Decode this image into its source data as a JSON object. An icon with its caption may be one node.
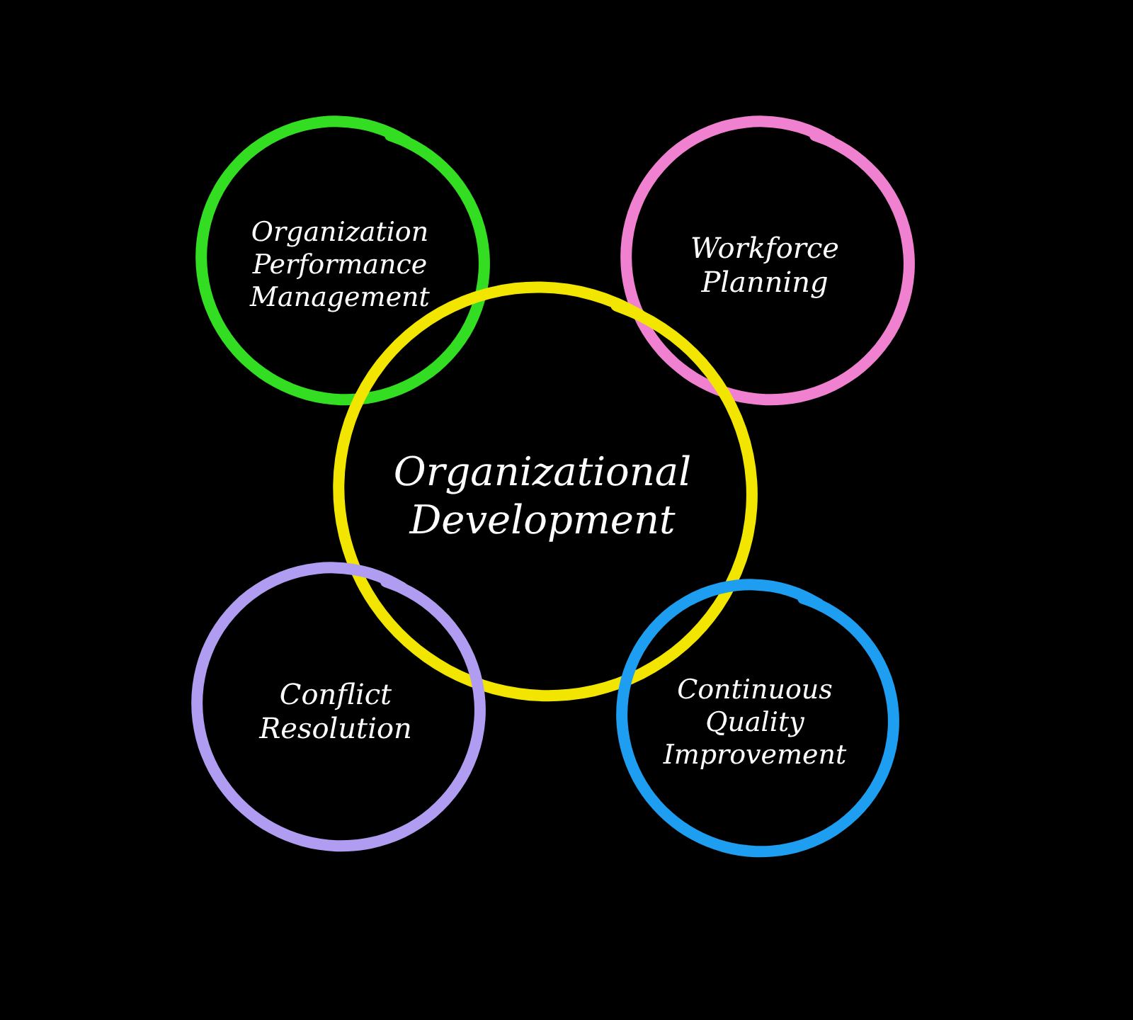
{
  "diagram": {
    "nodes": [
      {
        "text": [
          "Organization Performance Management"
        ]
      },
      {
        "text": [
          "Workforce Planning"
        ]
      },
      {
        "text": [
          "Organizational Development"
        ]
      },
      {
        "text": [
          "Conflict Resolution"
        ]
      },
      {
        "text": [
          "Continuous Quality Improvement"
        ]
      }
    ]
  }
}
